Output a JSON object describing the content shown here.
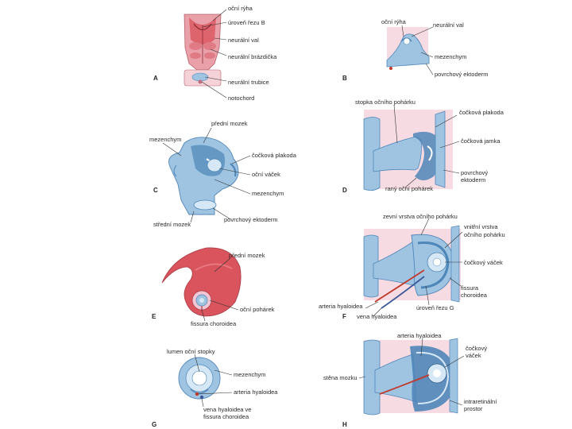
{
  "panels": [
    {
      "letter": "A",
      "labels": [
        "oční rýha",
        "úroveň řezu B",
        "neurální val",
        "neurální brázdička",
        "neurální trubice",
        "notochord"
      ]
    },
    {
      "letter": "B",
      "labels": [
        "oční rýha",
        "neurální val",
        "mezenchym",
        "povrchový ektoderm"
      ]
    },
    {
      "letter": "C",
      "labels": [
        "přední mozek",
        "mezenchym",
        "čočková plakoda",
        "oční váček",
        "mezenchym",
        "střední mozek",
        "povrchový ektoderm"
      ]
    },
    {
      "letter": "D",
      "labels": [
        "stopka očního pohárku",
        "čočková plakoda",
        "čočková jamka",
        "povrchový",
        "ektoderm",
        "raný oční pohárek"
      ]
    },
    {
      "letter": "E",
      "labels": [
        "přední mozek",
        "oční pohárek",
        "fissura choroidea"
      ]
    },
    {
      "letter": "F",
      "labels": [
        "zevní vrstva očního pohárku",
        "vnitřní vrstva",
        "očního pohárku",
        "čočkový váček",
        "fissura",
        "choroidea",
        "arteria hyaloidea",
        "úroveň řezu G",
        "vena hyaloidea"
      ]
    },
    {
      "letter": "G",
      "labels": [
        "lumen oční stopky",
        "mezenchym",
        "arteria hyaloidea",
        "vena hyaloidea ve",
        "fissura choroidea"
      ]
    },
    {
      "letter": "H",
      "labels": [
        "arteria hyaloidea",
        "čočkový",
        "váček",
        "stěna mozku",
        "intraretinální",
        "prostor"
      ]
    }
  ],
  "colors": {
    "pink_tissue": "#f2c6d2",
    "red_tissue": "#d9545c",
    "blue_tissue": "#9fc4e2",
    "dark_blue": "#4f86b8",
    "light_blue": "#d6e8f5",
    "artery": "#c0392b",
    "vein": "#3b5998"
  }
}
